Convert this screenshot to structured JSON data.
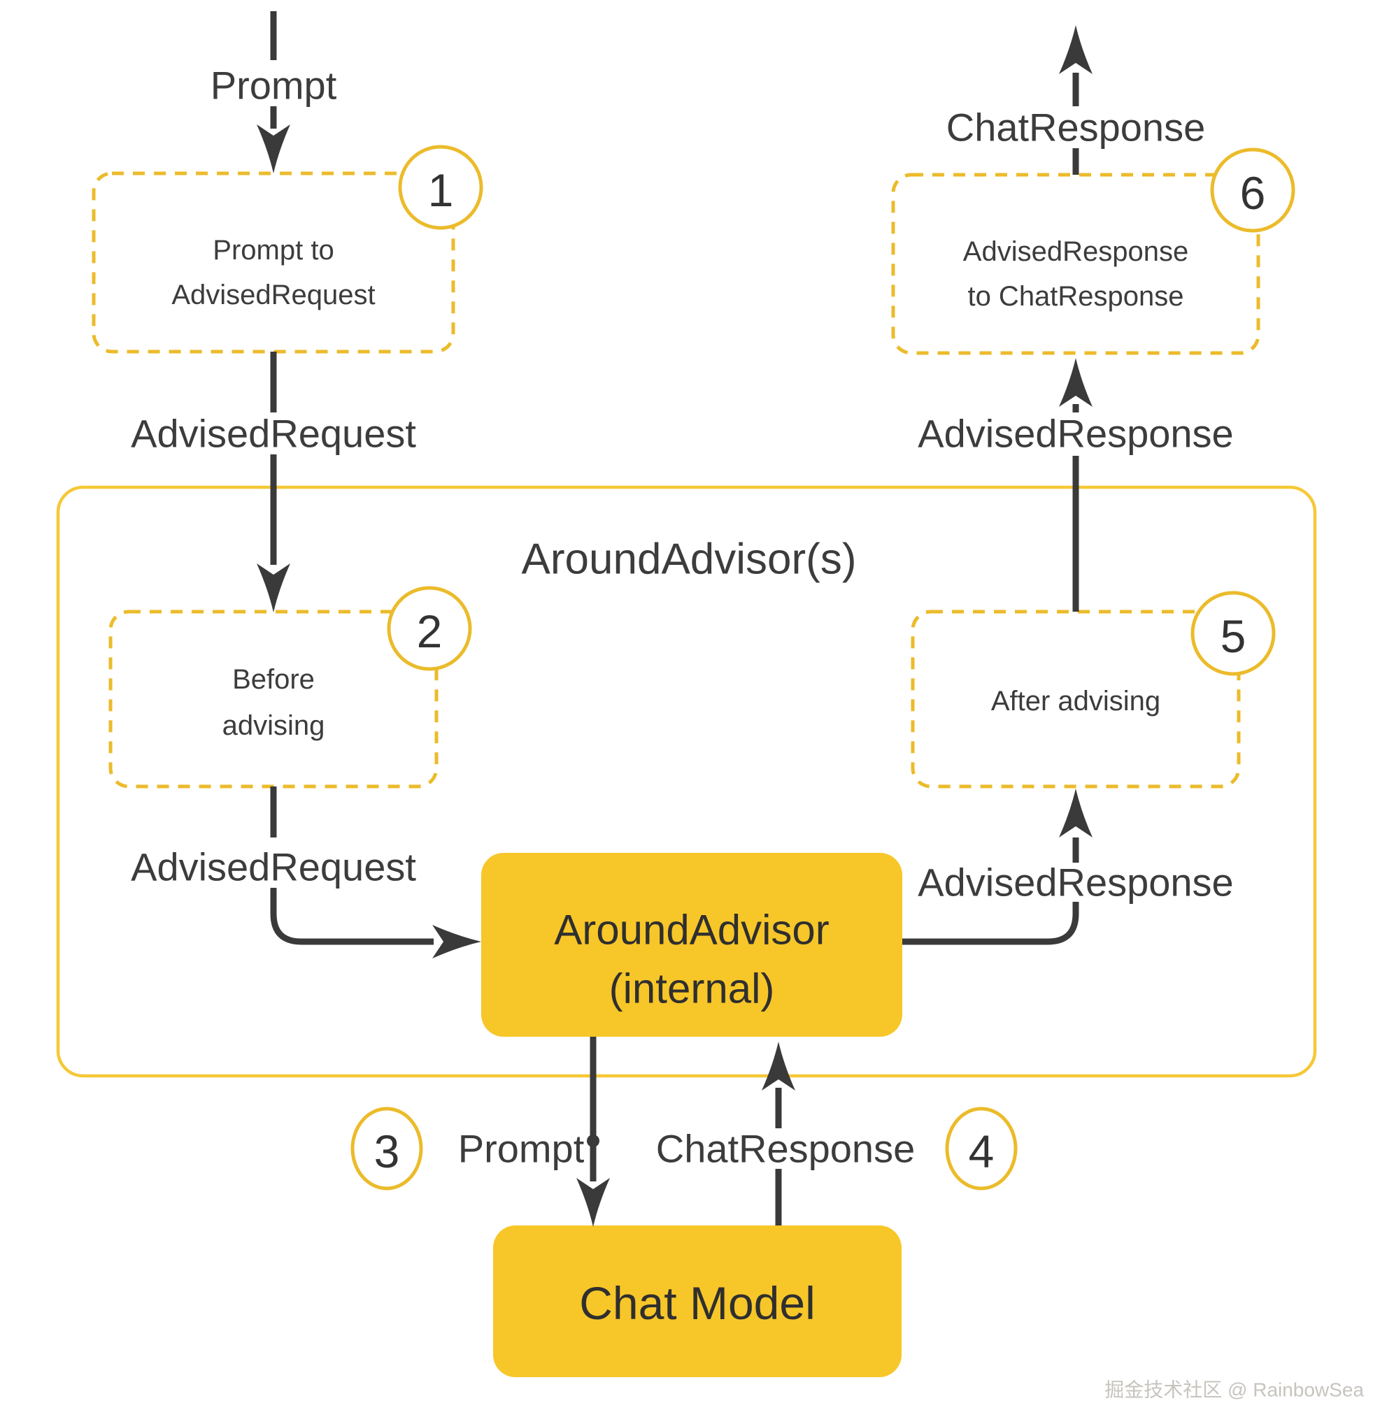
{
  "colors": {
    "accent_yellow_fill": "#F7C628",
    "yellow_border": "#EBBB2A",
    "container_border": "#F5C837",
    "ink": "#3A3A3A",
    "watermark_gray": "#C7C4BE"
  },
  "flow": {
    "top_input_label": "Prompt",
    "container_title": "AroundAdvisor(s)",
    "steps": {
      "s1": {
        "badge": "1",
        "line1": "Prompt to",
        "line2": "AdvisedRequest"
      },
      "s2": {
        "badge": "2",
        "line1": "Before",
        "line2": "advising"
      },
      "s3": {
        "badge": "3",
        "label": "Prompt"
      },
      "s4": {
        "badge": "4",
        "label": "ChatResponse"
      },
      "s5": {
        "badge": "5",
        "line1": "After advising"
      },
      "s6": {
        "badge": "6",
        "line1": "AdvisedResponse",
        "line2": "to ChatResponse"
      }
    },
    "edges": {
      "advised_request_outer": "AdvisedRequest",
      "advised_request_inner": "AdvisedRequest",
      "advised_response_inner": "AdvisedResponse",
      "advised_response_outer": "AdvisedResponse",
      "chat_response_output": "ChatResponse"
    },
    "internal_node": {
      "line1": "AroundAdvisor",
      "line2": "(internal)"
    },
    "chat_model_label": "Chat Model"
  },
  "watermark": "掘金技术社区 @ RainbowSea"
}
